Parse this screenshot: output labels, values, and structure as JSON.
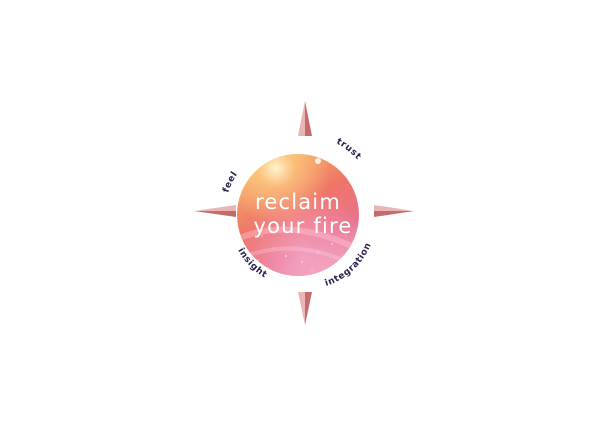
{
  "logo": {
    "line1": "reclaim",
    "line2": "your fire",
    "words": {
      "top_left": "feel",
      "top_right": "trust",
      "bottom_left": "insight",
      "bottom_right": "integration"
    }
  },
  "colors": {
    "background": "#ffffff",
    "arc_text": "#2b2350",
    "orb_text": "#ffffff",
    "arrow_light": "#e8b2b2",
    "arrow_dark": "#c4686b",
    "orb_top": "#f6b366",
    "orb_mid": "#ee6f6c",
    "orb_bottom": "#e07fb0"
  }
}
